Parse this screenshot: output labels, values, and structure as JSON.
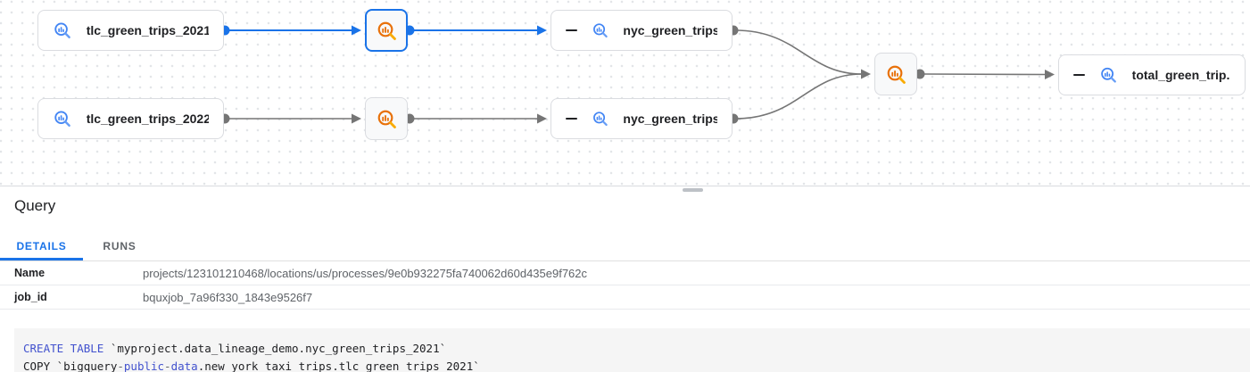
{
  "colors": {
    "selection_blue": "#1a73e8",
    "edge_gray": "#757575",
    "node_border": "#dadce0",
    "table_icon_blue": "#4285f4",
    "table_icon_handle_blue": "#669df6",
    "process_icon_orange": "#e8710a",
    "process_icon_handle_orange": "#f9ab00",
    "keyword_blue": "#4252ce",
    "code_background": "#f5f5f5"
  },
  "graph": {
    "nodes": {
      "tlc2021": {
        "label": "tlc_green_trips_2021",
        "type": "table"
      },
      "tlc2022": {
        "label": "tlc_green_trips_2022",
        "type": "table"
      },
      "nyc2021": {
        "label": "nyc_green_trips...",
        "type": "table"
      },
      "nyc2022": {
        "label": "nyc_green_trips...",
        "type": "table"
      },
      "total": {
        "label": "total_green_trip...",
        "type": "table"
      }
    }
  },
  "panel": {
    "title": "Query",
    "tabs": [
      {
        "label": "DETAILS",
        "active": true
      },
      {
        "label": "RUNS",
        "active": false
      }
    ],
    "details": [
      {
        "label": "Name",
        "value": "projects/123101210468/locations/us/processes/9e0b932275fa740062d60d435e9f762c"
      },
      {
        "label": "job_id",
        "value": "bquxjob_7a96f330_1843e9526f7"
      }
    ],
    "code": {
      "line1": [
        {
          "text": "CREATE TABLE"
        },
        {
          "text": " `myproject.data_lineage_demo.nyc_green_trips_2021`"
        }
      ],
      "line2": [
        {
          "text": "COPY `bigquery"
        },
        {
          "text": "-"
        },
        {
          "text": "public"
        },
        {
          "text": "-"
        },
        {
          "text": "data"
        },
        {
          "text": ".new_york_taxi_trips.tlc_green_trips_2021`"
        }
      ]
    }
  }
}
